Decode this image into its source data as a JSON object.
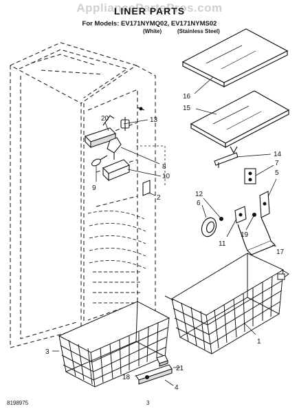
{
  "header": {
    "watermark": "AppliancePartsPros.com",
    "title": "LINER PARTS",
    "models": "For Models: EV171NYMQ02, EV171NYMS02",
    "finish_white": "(White)",
    "finish_stainless": "(Stainless Steel)"
  },
  "callouts": [
    "16",
    "15",
    "13",
    "20",
    "14",
    "7",
    "8",
    "10",
    "5",
    "9",
    "2",
    "12",
    "6",
    "11",
    "19",
    "17",
    "1",
    "3",
    "21",
    "4",
    "18"
  ],
  "footer": {
    "document_number": "8198975",
    "page_number": "3"
  },
  "colors": {
    "line": "#111111",
    "dashed_outline": "#222222",
    "watermark": "#cfcfcf",
    "glass_fill": "#ffffff"
  }
}
